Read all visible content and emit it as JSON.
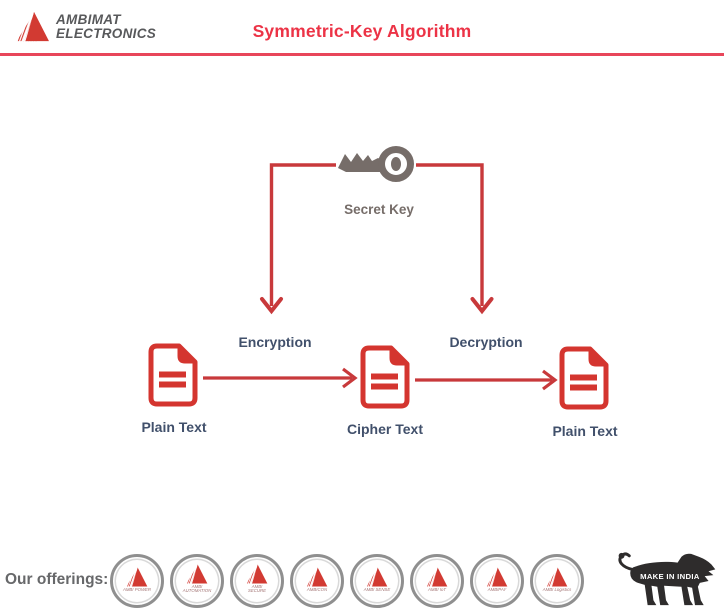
{
  "header": {
    "logo_line1": "AMBIMAT",
    "logo_line2": "ELECTRONICS",
    "title": "Symmetric-Key Algorithm"
  },
  "diagram": {
    "key_label": "Secret Key",
    "process_labels": {
      "encryption": "Encryption",
      "decryption": "Decryption"
    },
    "nodes": [
      {
        "label": "Plain Text"
      },
      {
        "label": "Cipher Text"
      },
      {
        "label": "Plain Text"
      }
    ]
  },
  "footer": {
    "offerings_label": "Our offerings:",
    "badges": [
      {
        "label": "AMBI POWER"
      },
      {
        "label": "AMBI AUTOMATION"
      },
      {
        "label": "AMBI SECURE"
      },
      {
        "label": "AMBICON"
      },
      {
        "label": "AMBI SENSE"
      },
      {
        "label": "AMBI IoT"
      },
      {
        "label": "AMBIPAY"
      },
      {
        "label": "AMBI Logistics"
      }
    ],
    "make_in_india": "MAKE IN INDIA"
  },
  "colors": {
    "brand_red": "#d23a32",
    "title_red": "#ec3346",
    "header_rule_red": "#e8465a",
    "connector_red": "#c8393b",
    "document_red": "#d4352f",
    "label_slate": "#41506b",
    "key_gray": "#766d69",
    "lion_dark": "#2e2c2c"
  },
  "icons": {
    "header_logo": "ambimat-triangle-icon",
    "secret_key": "key-icon",
    "text_node": "document-icon",
    "footer_logo": "make-in-india-lion-icon"
  }
}
